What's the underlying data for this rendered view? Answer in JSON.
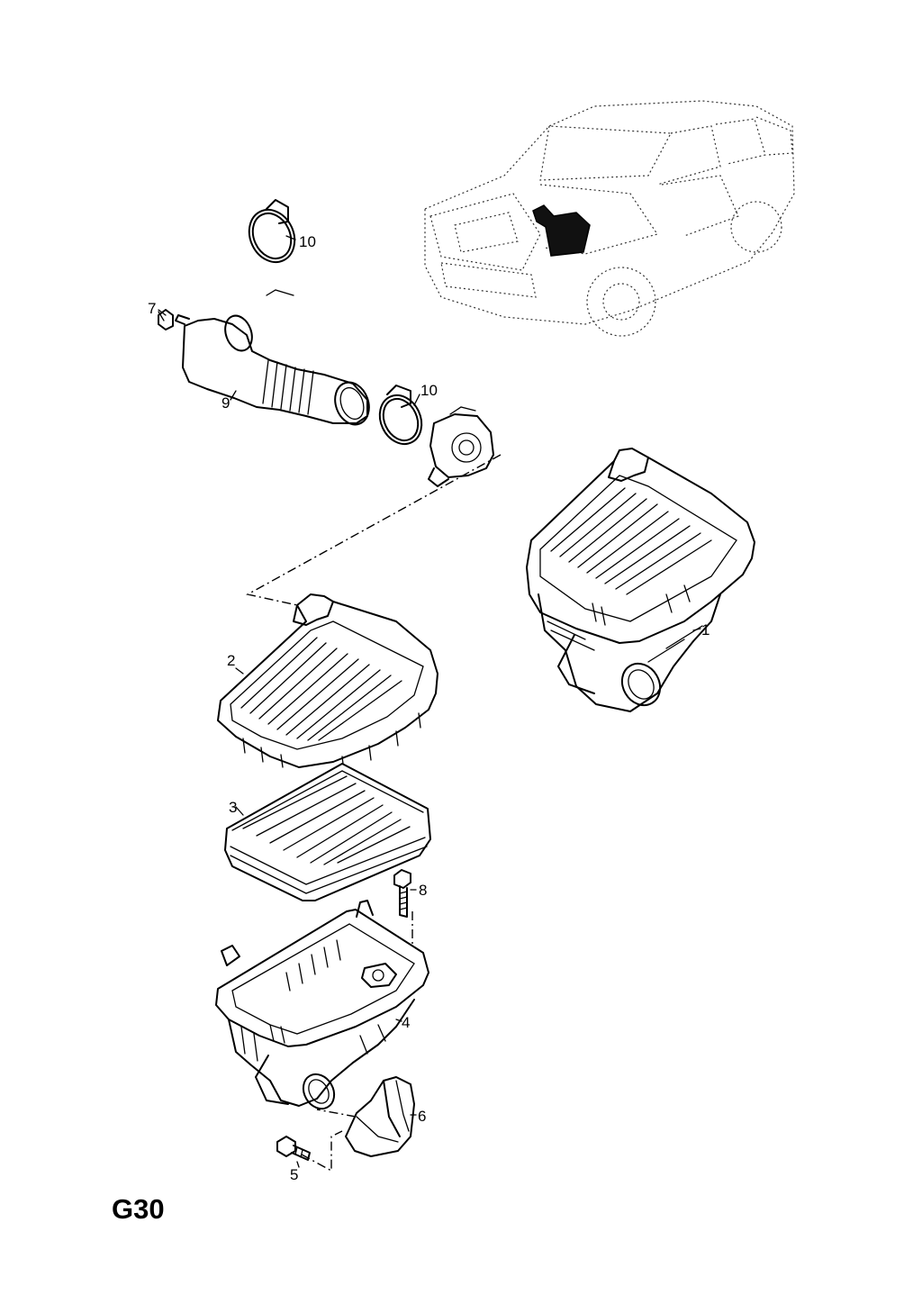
{
  "diagram_code": "G30",
  "callouts": {
    "c1": "1",
    "c2": "2",
    "c3": "3",
    "c4": "4",
    "c5": "5",
    "c6": "6",
    "c7": "7",
    "c8": "8",
    "c9": "9",
    "c10a": "10",
    "c10b": "10"
  }
}
